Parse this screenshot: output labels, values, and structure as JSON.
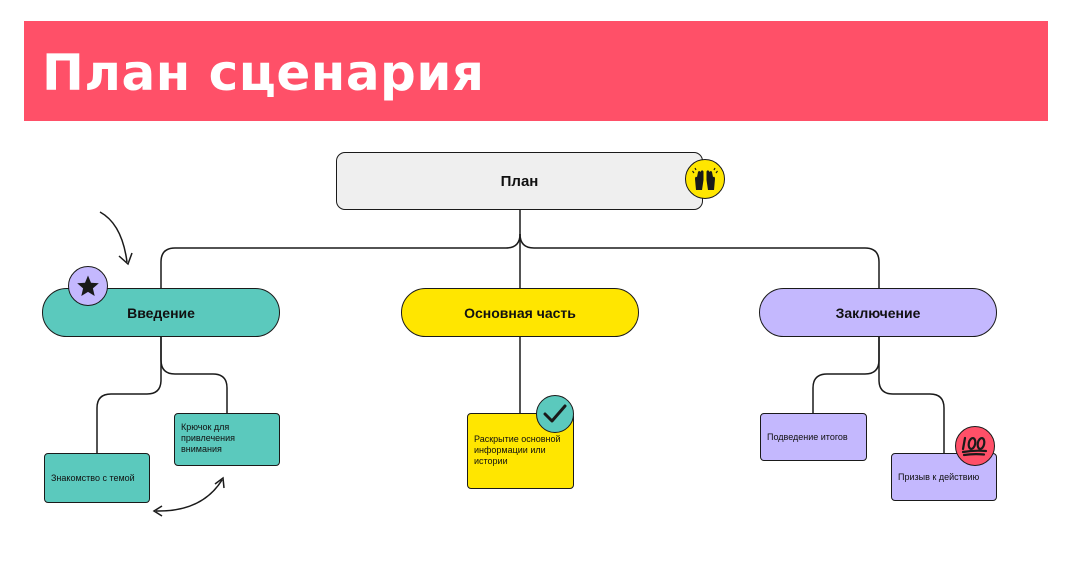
{
  "banner": {
    "title": "План сценария"
  },
  "root": {
    "label": "План"
  },
  "sections": {
    "intro": {
      "label": "Введение"
    },
    "main": {
      "label": "Основная часть"
    },
    "conclusion": {
      "label": "Заключение"
    }
  },
  "cards": {
    "intro_topic": "Знакомство с темой",
    "intro_hook": "Крючок для привлечения внимания",
    "main_info": "Раскрытие основной информации или истории",
    "concl_summary": "Подведение итогов",
    "concl_cta": "Призыв к действию"
  },
  "icons": {
    "root_badge": "raised-hands-icon",
    "intro_badge": "star-icon",
    "main_badge": "checkmark-icon",
    "conclusion_badge": "hundred-points-icon"
  },
  "colors": {
    "banner": "#ff5068",
    "intro": "#5bc9bd",
    "main": "#ffe600",
    "conclusion": "#c4b8fe",
    "root": "#efefef"
  }
}
